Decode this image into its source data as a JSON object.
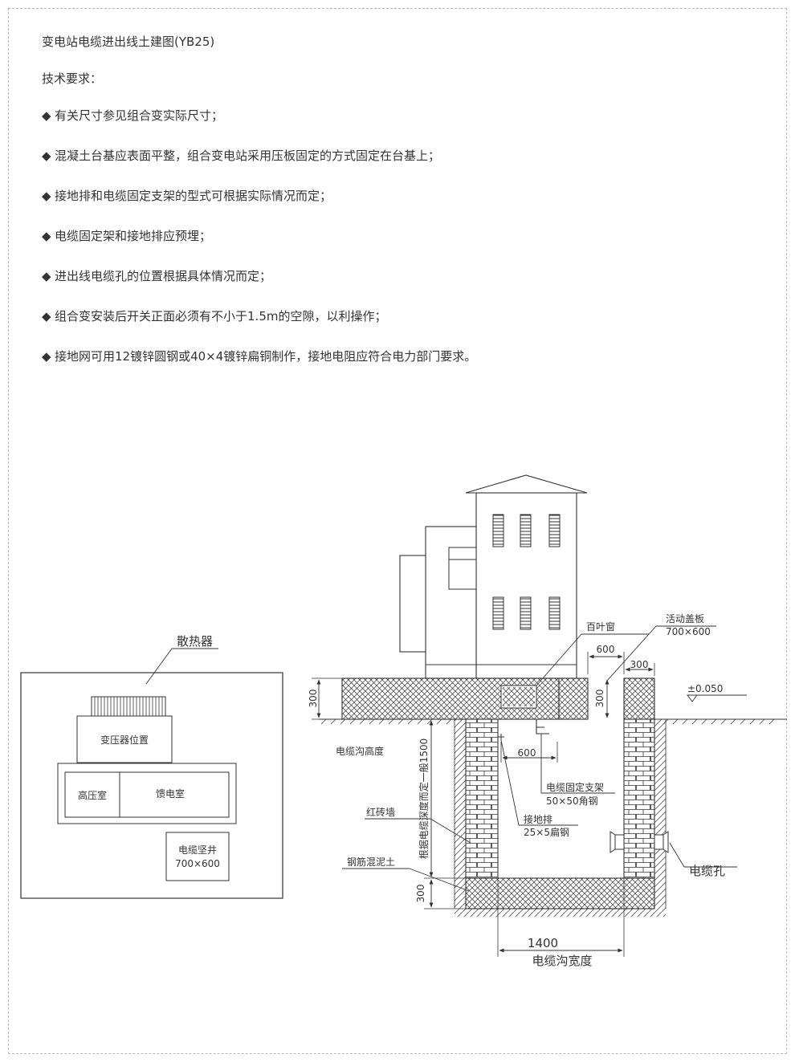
{
  "document": {
    "title": "变电站电缆进出线土建图(YB25)",
    "heading": "技术要求：",
    "bullet": "◆",
    "requirements": [
      "有关尺寸参见组合变实际尺寸；",
      "混凝土台基应表面平整，组合变电站采用压板固定的方式固定在台基上；",
      "接地排和电缆固定支架的型式可根据实际情况而定；",
      "电缆固定架和接地排应预埋；",
      "进出线电缆孔的位置根据具体情况而定；",
      "组合变安装后开关正面必须有不小于1.5m的空隙，以利操作；",
      "接地网可用12镀锌圆钢或40×4镀锌扁铜制作，接地电阻应符合电力部门要求。"
    ]
  },
  "plan_view": {
    "radiator_label": "散热器",
    "transformer_label": "变压器位置",
    "hv_room_label": "高压室",
    "feeder_room_label": "馈电室",
    "shaft_label": "电缆坚井",
    "shaft_size": "700×600"
  },
  "section_view": {
    "louver_label": "百叶窗",
    "cover_label": "活动盖板",
    "cover_size": "700×600",
    "dim_600_top": "600",
    "dim_300_top": "300",
    "dim_300_base": "300",
    "dim_300_right": "300",
    "elevation": "±0.050",
    "trench_height_label": "电缆沟高度",
    "trench_depth_note": "根据电缆深度而定一般1500",
    "dim_600_bracket": "600",
    "bracket_label": "电缆固定支架",
    "bracket_spec": "50×50角钢",
    "ground_bar_label": "接地排",
    "ground_bar_spec": "25×5扁钢",
    "brick_wall_label": "红砖墙",
    "concrete_label": "钢筋混泥土",
    "dim_300_bottom": "300",
    "cable_hole_label": "电缆孔",
    "trench_width_value": "1400",
    "trench_width_label": "电缆沟宽度"
  },
  "colors": {
    "line": "#333333",
    "border": "#b8b8b8"
  }
}
